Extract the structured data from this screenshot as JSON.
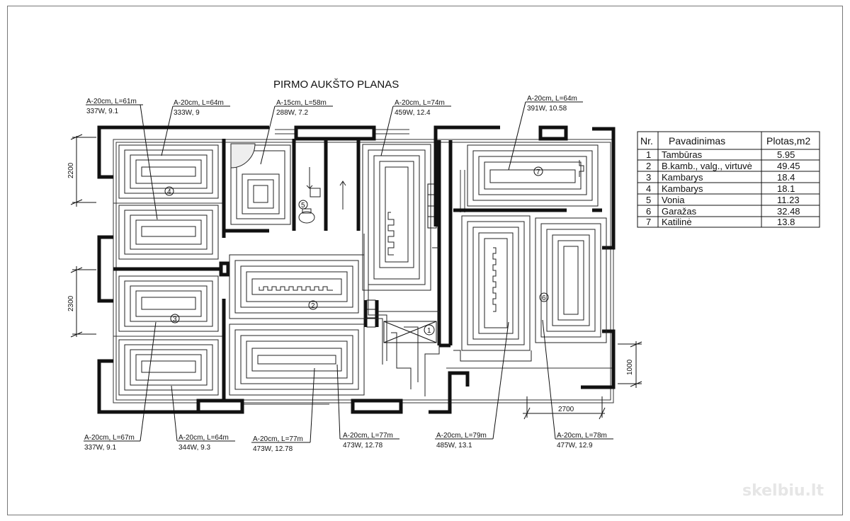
{
  "plan": {
    "title": "PIRMO AUKŠTO PLANAS",
    "watermark": "skelbiu.lt"
  },
  "loops": [
    {
      "l1": "A-20cm, L=61m",
      "l2": "337W, 9.1"
    },
    {
      "l1": "A-20cm, L=64m",
      "l2": "333W, 9"
    },
    {
      "l1": "A-15cm, L=58m",
      "l2": "288W, 7.2"
    },
    {
      "l1": "A-20cm, L=74m",
      "l2": "459W, 12.4"
    },
    {
      "l1": "A-20cm, L=64m",
      "l2": "391W, 10.58"
    },
    {
      "l1": "A-20cm, L=67m",
      "l2": "337W, 9.1"
    },
    {
      "l1": "A-20cm, L=64m",
      "l2": "344W, 9.3"
    },
    {
      "l1": "A-20cm, L=77m",
      "l2": "473W, 12.78"
    },
    {
      "l1": "A-20cm, L=77m",
      "l2": "473W, 12.78"
    },
    {
      "l1": "A-20cm, L=79m",
      "l2": "485W, 13.1"
    },
    {
      "l1": "A-20cm, L=78m",
      "l2": "477W, 12.9"
    }
  ],
  "dimensions": [
    "2200",
    "2300",
    "1000",
    "2700"
  ],
  "room_numbers": [
    "1",
    "2",
    "3",
    "4",
    "5",
    "6",
    "7"
  ],
  "table": {
    "headers": [
      "Nr.",
      "Pavadinimas",
      "Plotas,m2"
    ],
    "rows": [
      [
        "1",
        "Tambūras",
        "5.95"
      ],
      [
        "2",
        "B.kamb., valg., virtuvė",
        "49.45"
      ],
      [
        "3",
        "Kambarys",
        "18.4"
      ],
      [
        "4",
        "Kambarys",
        "18.1"
      ],
      [
        "5",
        "Vonia",
        "11.23"
      ],
      [
        "6",
        "Garažas",
        "32.48"
      ],
      [
        "7",
        "Katilinė",
        "13.8"
      ]
    ]
  }
}
